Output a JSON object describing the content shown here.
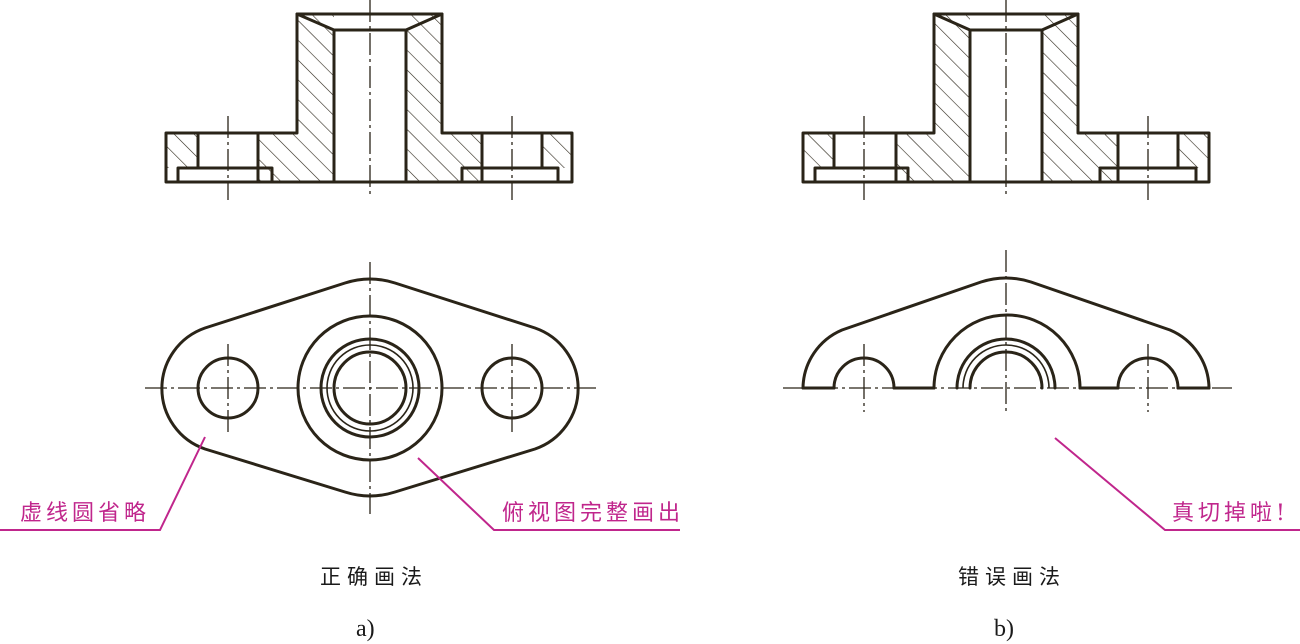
{
  "figure_a": {
    "annotation_left": "虚线圆省略",
    "annotation_right": "俯视图完整画出",
    "caption": "正确画法",
    "label": "a)"
  },
  "figure_b": {
    "annotation": "真切掉啦!",
    "caption": "错误画法",
    "label": "b)"
  },
  "colors": {
    "line": "#2a2418",
    "annotation": "#c0268c",
    "background": "#ffffff"
  }
}
